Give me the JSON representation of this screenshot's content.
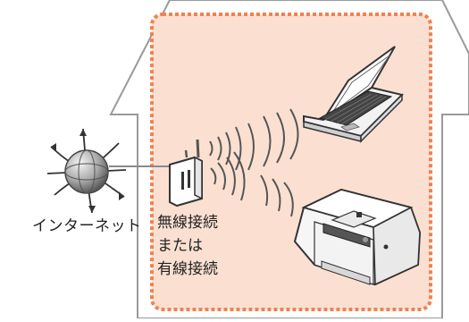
{
  "diagram": {
    "internet_label": "インターネット",
    "connection_label": {
      "line1": "無線接続",
      "line2": "または",
      "line3": "有線接続"
    },
    "nodes": {
      "internet": "globe-icon",
      "router": "router-icon",
      "laptop": "laptop-icon",
      "printer": "printer-icon"
    },
    "colors": {
      "house_outline": "#9a9a9a",
      "room_fill": "#fbe0d2",
      "dotted_border": "#f0824f",
      "waves": "#555555"
    }
  }
}
